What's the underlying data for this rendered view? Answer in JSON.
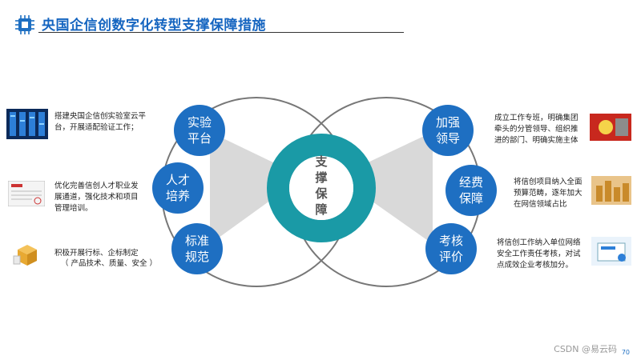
{
  "header": {
    "title": "央国企信创数字化转型支撑保障措施"
  },
  "center": {
    "chars": [
      "支",
      "撑",
      "保",
      "障"
    ]
  },
  "left_items": [
    {
      "label": "实验\n平台",
      "desc": "搭建央国企信创实验室云平\n台，开展适配验证工作；"
    },
    {
      "label": "人才\n培养",
      "desc": "优化完善信创人才职业发\n展通道，强化技术和项目\n管理培训。"
    },
    {
      "label": "标准\n规范",
      "desc": "积极开展行标、企标制定",
      "desc2": "（ 产品技术、质量、安全 ）"
    }
  ],
  "right_items": [
    {
      "label": "加强\n领导",
      "desc": "成立工作专班，明确集团\n牵头的分管领导、组织推\n进的部门、明确实施主体"
    },
    {
      "label": "经费\n保障",
      "desc": "将信创项目纳入全面\n预算范畴，逐年加大\n在网信领域占比"
    },
    {
      "label": "考核\n评价",
      "desc": "将信创工作纳入单位网络\n安全工作责任考核，对试\n点成效企业考核加分。"
    }
  ],
  "footer": {
    "watermark": "CSDN @易云码",
    "page": "70"
  },
  "colors": {
    "accent": "#1e6fc2",
    "ring": "#1a9aa6",
    "title": "#1565c0"
  }
}
